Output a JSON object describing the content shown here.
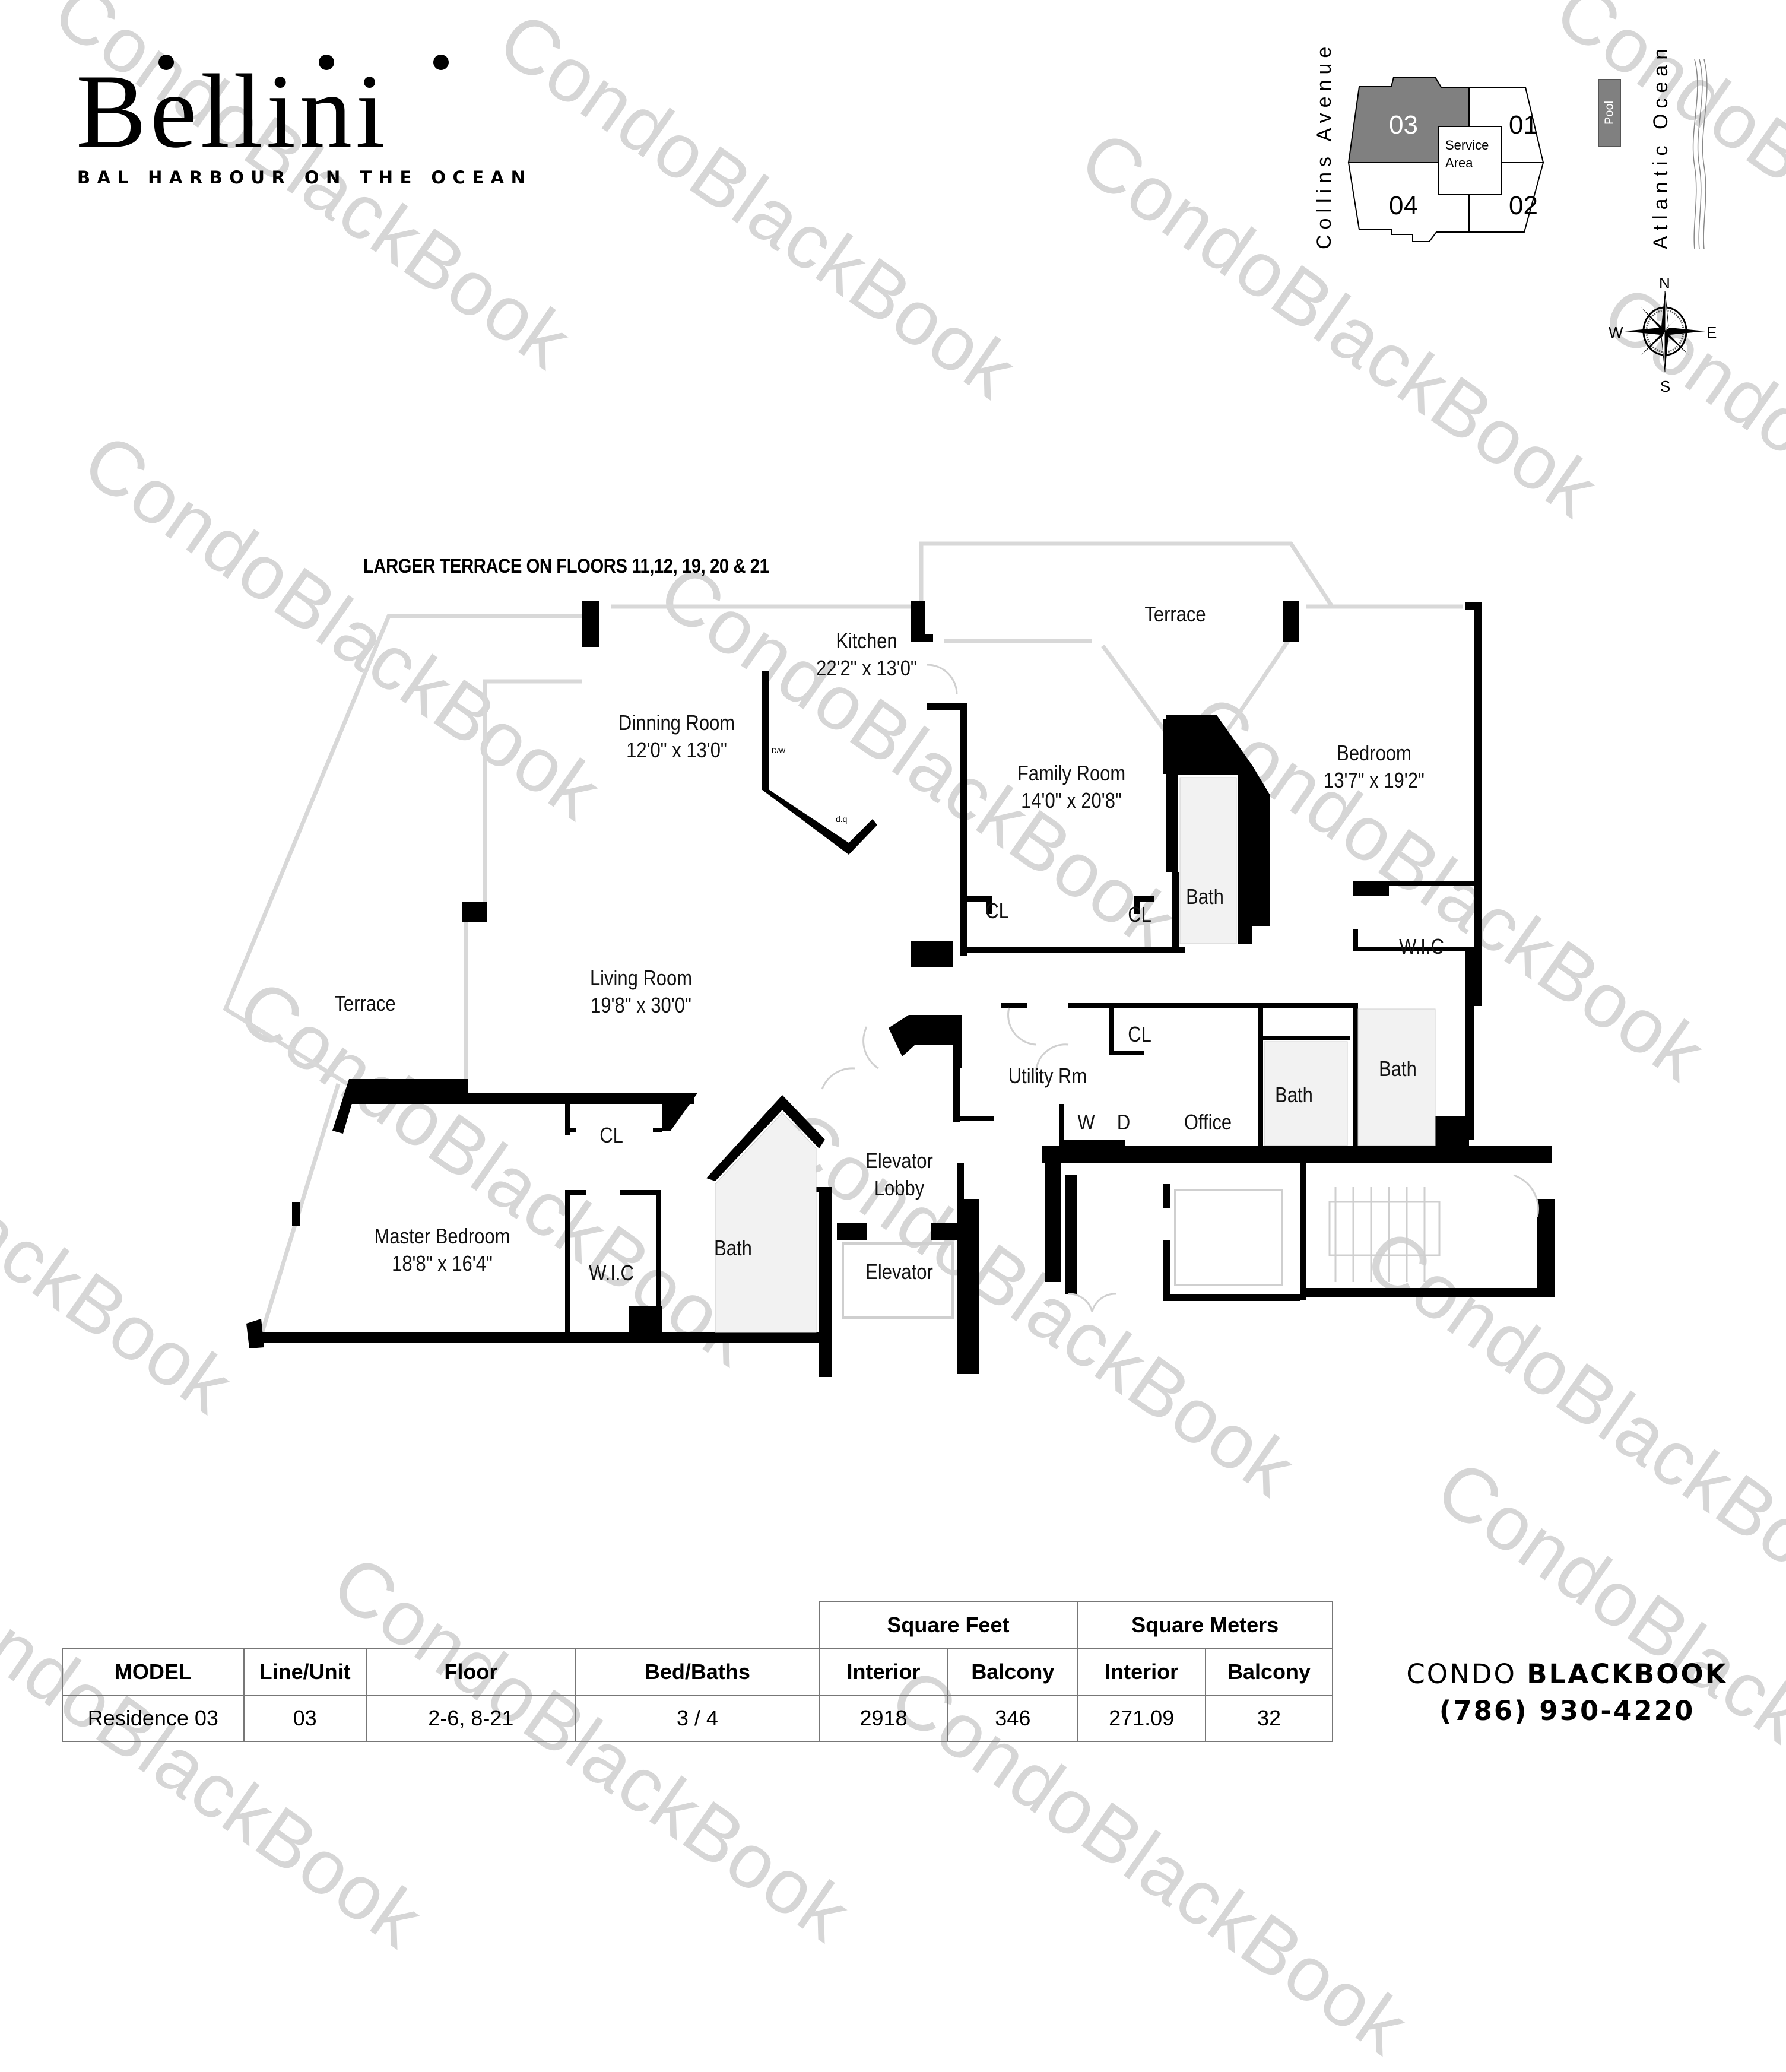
{
  "logo": {
    "title": "Bellini",
    "subtitle": "BAL HARBOUR ON THE OCEAN"
  },
  "key_map": {
    "street_west": "Collins Avenue",
    "water_east": "Atlantic Ocean",
    "pool_label": "Pool",
    "service_area": [
      "Service",
      "Area"
    ],
    "units": [
      {
        "label": "03",
        "highlighted": true
      },
      {
        "label": "01",
        "highlighted": false
      },
      {
        "label": "04",
        "highlighted": false
      },
      {
        "label": "02",
        "highlighted": false
      }
    ],
    "highlight_color": "#808080",
    "compass": {
      "n": "N",
      "s": "S",
      "e": "E",
      "w": "W"
    }
  },
  "floor_plan": {
    "note": "LARGER TERRACE ON FLOORS 11,12, 19, 20 & 21",
    "rooms": {
      "kitchen": {
        "name": "Kitchen",
        "size": "22'2\" x 13'0\""
      },
      "dining": {
        "name": "Dinning Room",
        "size": "12'0\" x 13'0\""
      },
      "family": {
        "name": "Family Room",
        "size": "14'0\" x 20'8\""
      },
      "terrace_top": {
        "name": "Terrace"
      },
      "bedroom": {
        "name": "Bedroom",
        "size": "13'7\" x 19'2\""
      },
      "living": {
        "name": "Living Room",
        "size": "19'8\" x 30'0\""
      },
      "terrace_left": {
        "name": "Terrace"
      },
      "master": {
        "name": "Master Bedroom",
        "size": "18'8\" x 16'4\""
      },
      "cl_family_1": "CL",
      "cl_family_2": "CL",
      "bath_family": "Bath",
      "wic_bedroom": "W.I.C",
      "bath_bedroom": "Bath",
      "cl_office": "CL",
      "utility": "Utility Rm",
      "washer": "W",
      "dryer": "D",
      "office": "Office",
      "bath_office": "Bath",
      "cl_master": "CL",
      "wic_master": "W.I.C",
      "bath_master": "Bath",
      "elevator_lobby": [
        "Elevator",
        "Lobby"
      ],
      "elevator": "Elevator",
      "kitchen_tags": {
        "dw": "D/W",
        "dq": "d.q"
      }
    }
  },
  "spec_table": {
    "group_headers": {
      "sqft": "Square Feet",
      "sqm": "Square Meters"
    },
    "columns": [
      "MODEL",
      "Line/Unit",
      "Floor",
      "Bed/Baths",
      "Interior",
      "Balcony",
      "Interior",
      "Balcony"
    ],
    "rows": [
      [
        "Residence 03",
        "03",
        "2-6, 8-21",
        "3 / 4",
        "2918",
        "346",
        "271.09",
        "32"
      ]
    ]
  },
  "brand": {
    "name_light": "CONDO ",
    "name_bold": "BLACKBOOK",
    "phone": "(786) 930-4220"
  },
  "watermark": "CondoBlackBook"
}
